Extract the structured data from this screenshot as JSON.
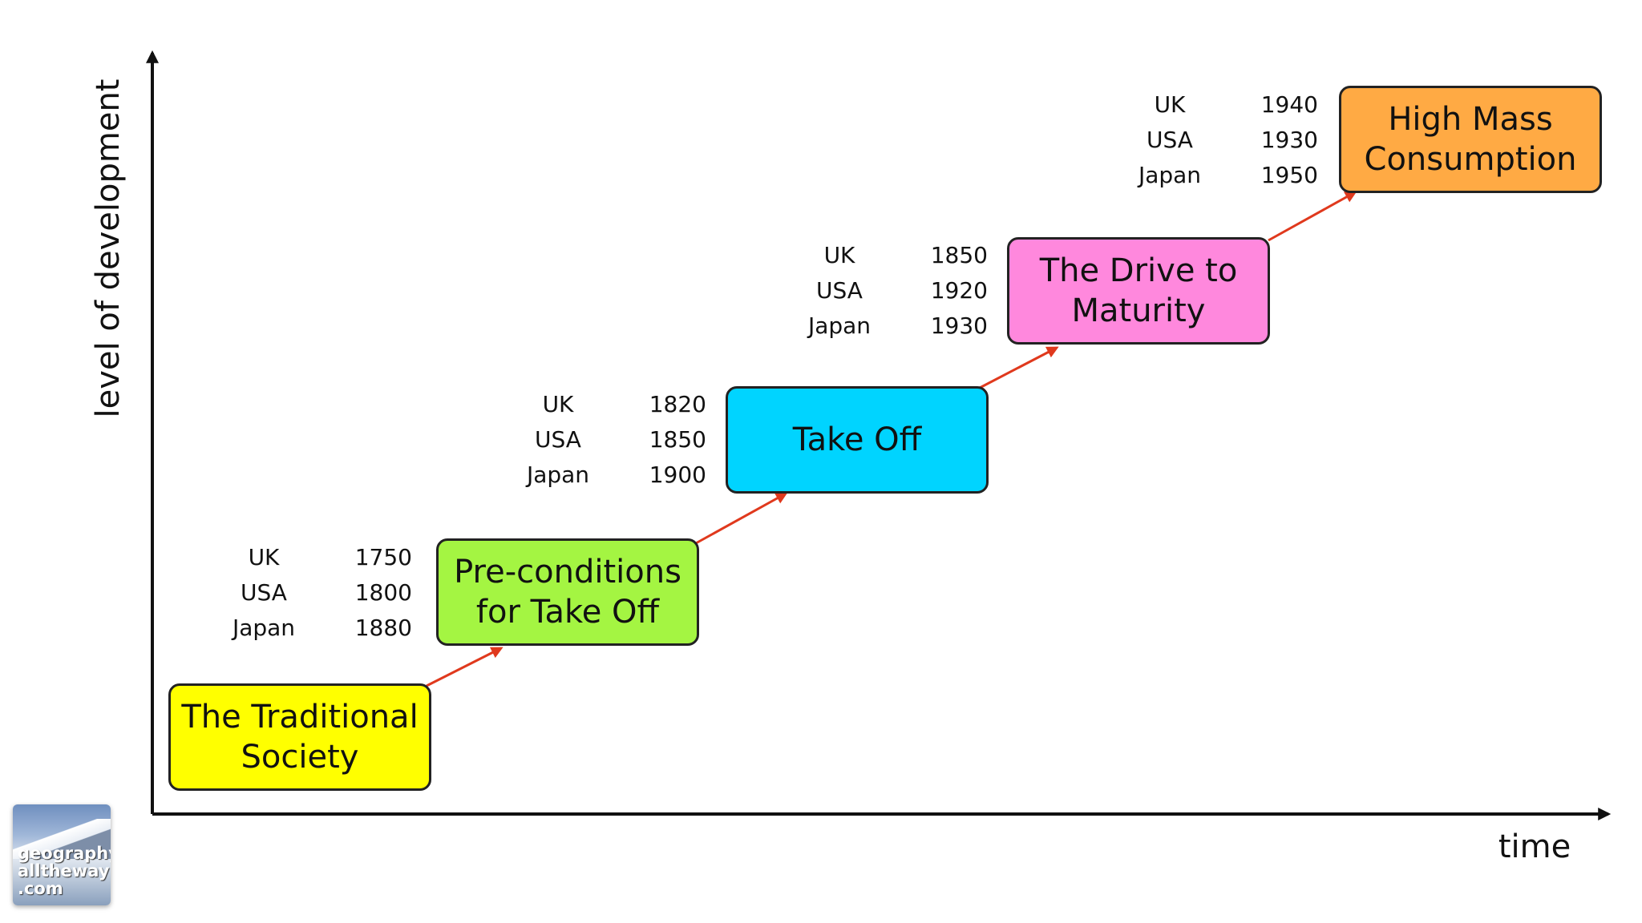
{
  "axes": {
    "y_label": "level of development",
    "x_label": "time"
  },
  "stages": [
    {
      "lines": [
        "The Traditional",
        "Society"
      ],
      "color": "#ffff00",
      "dates": [
        {
          "country": "UK",
          "year": "1750"
        },
        {
          "country": "USA",
          "year": "1800"
        },
        {
          "country": "Japan",
          "year": "1880"
        }
      ]
    },
    {
      "lines": [
        "Pre-conditions",
        "for Take Off"
      ],
      "color": "#a4f542",
      "dates": [
        {
          "country": "UK",
          "year": "1820"
        },
        {
          "country": "USA",
          "year": "1850"
        },
        {
          "country": "Japan",
          "year": "1900"
        }
      ]
    },
    {
      "lines": [
        "Take Off"
      ],
      "color": "#00d4ff",
      "dates": [
        {
          "country": "UK",
          "year": "1850"
        },
        {
          "country": "USA",
          "year": "1920"
        },
        {
          "country": "Japan",
          "year": "1930"
        }
      ]
    },
    {
      "lines": [
        "The Drive to",
        "Maturity"
      ],
      "color": "#ff88dd",
      "dates": [
        {
          "country": "UK",
          "year": "1940"
        },
        {
          "country": "USA",
          "year": "1930"
        },
        {
          "country": "Japan",
          "year": "1950"
        }
      ]
    },
    {
      "lines": [
        "High Mass",
        "Consumption"
      ],
      "color": "#ffaa44",
      "dates": []
    }
  ],
  "logo": {
    "text": [
      "geography",
      "alltheway",
      ".com"
    ]
  },
  "colors": {
    "connector": "#e0391d",
    "axis": "#111111"
  }
}
